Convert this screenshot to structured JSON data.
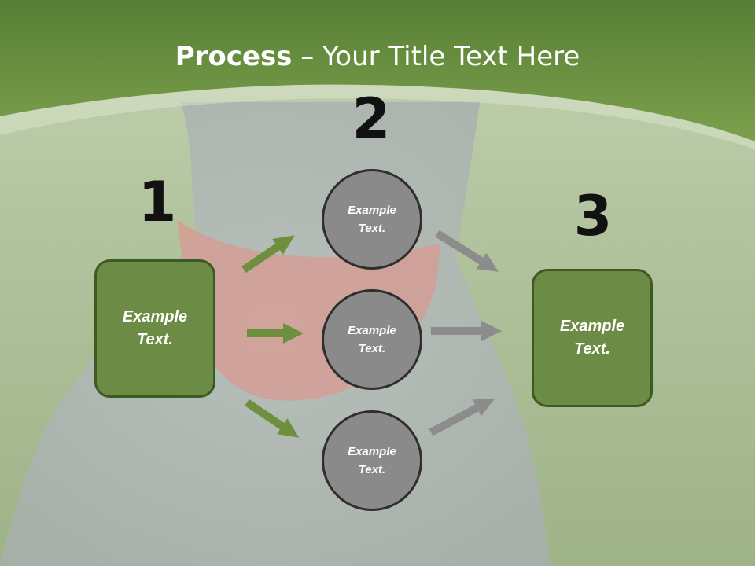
{
  "title": {
    "bold": "Process",
    "rest": " – Your Title Text Here"
  },
  "steps": [
    {
      "number": "1",
      "label": "Example\nText."
    },
    {
      "number": "2"
    },
    {
      "number": "3",
      "label": "Example\nText."
    }
  ],
  "circles": [
    {
      "label": "Example\nText."
    },
    {
      "label": "Example\nText."
    },
    {
      "label": "Example\nText."
    }
  ],
  "colors": {
    "header_green": "#6e9440",
    "box_fill": "#6c8c45",
    "circle_fill": "#8a8a8a",
    "arrow_green": "#6e8f3e",
    "arrow_gray": "#8c8c8c"
  }
}
